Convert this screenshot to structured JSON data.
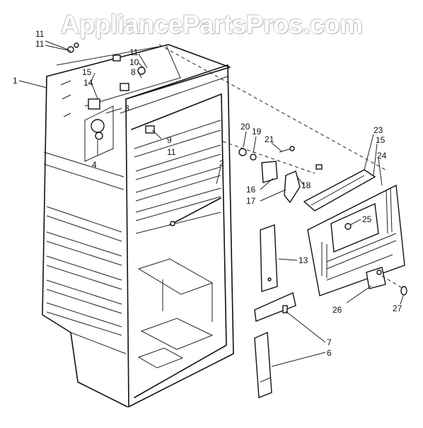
{
  "watermark": "AppliancePartsPros.com",
  "callouts": [
    "1",
    "11",
    "11",
    "15",
    "14",
    "3",
    "4",
    "10",
    "8",
    "11",
    "9",
    "11",
    "2",
    "20",
    "19",
    "21",
    "16",
    "17",
    "18",
    "23",
    "15",
    "24",
    "25",
    "13",
    "26",
    "27",
    "7",
    "6"
  ]
}
